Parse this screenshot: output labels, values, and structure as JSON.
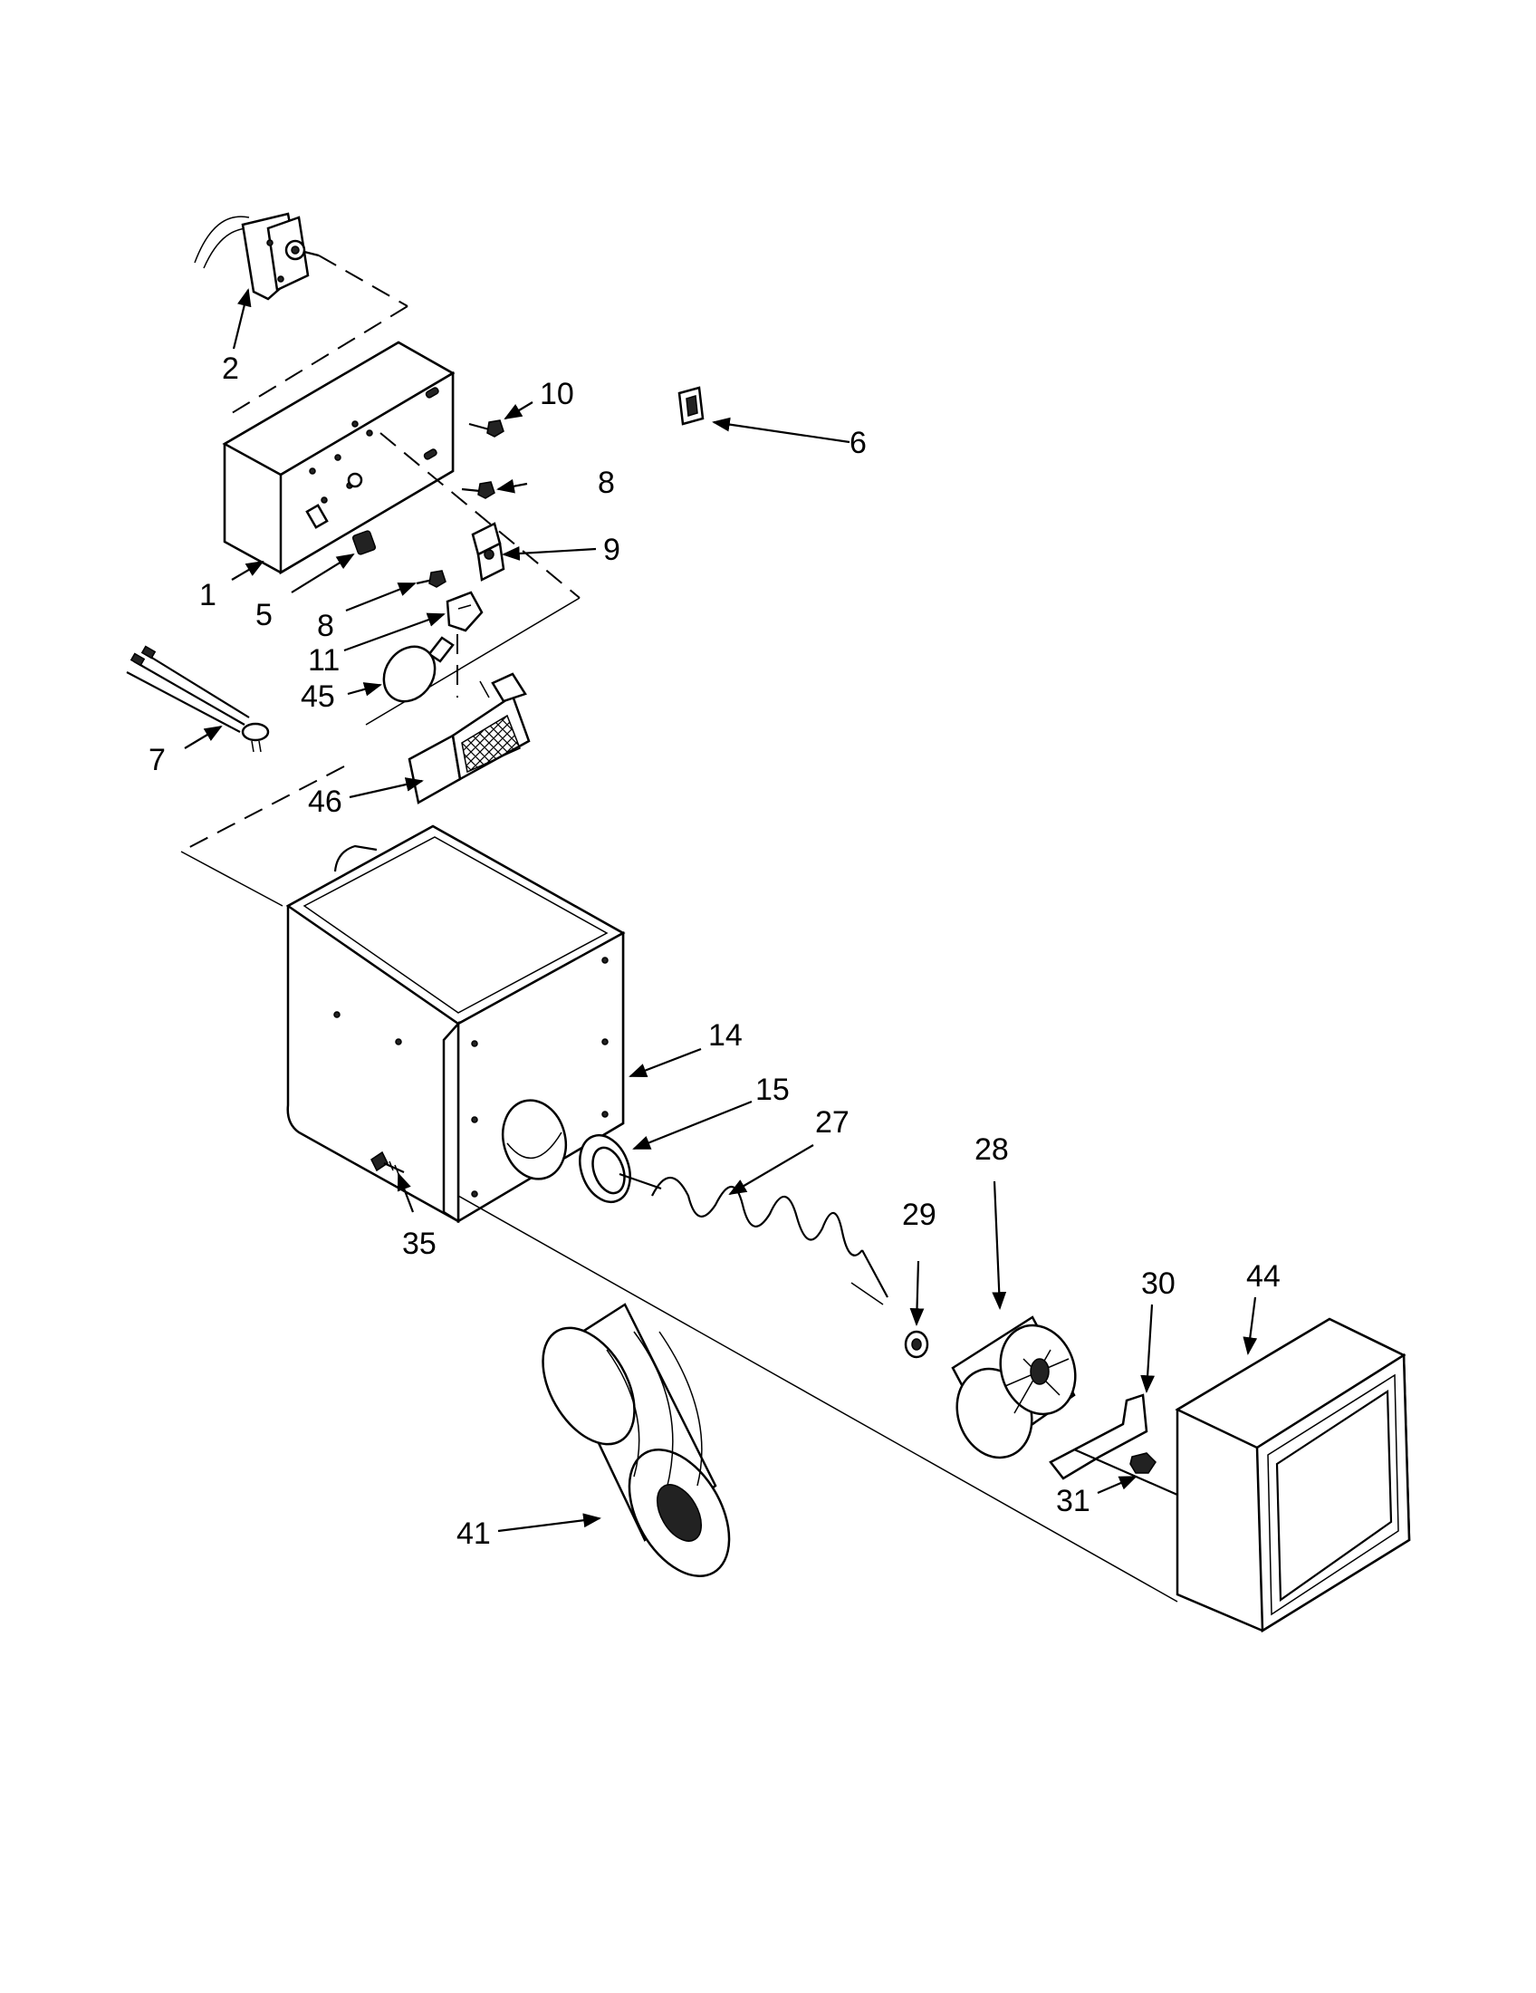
{
  "callouts": {
    "c1": "1",
    "c2": "2",
    "c5": "5",
    "c6": "6",
    "c7": "7",
    "c8a": "8",
    "c8b": "8",
    "c9": "9",
    "c10": "10",
    "c11": "11",
    "c14": "14",
    "c15": "15",
    "c27": "27",
    "c28": "28",
    "c29": "29",
    "c30": "30",
    "c31": "31",
    "c35": "35",
    "c41": "41",
    "c44": "44",
    "c45": "45",
    "c46": "46"
  }
}
